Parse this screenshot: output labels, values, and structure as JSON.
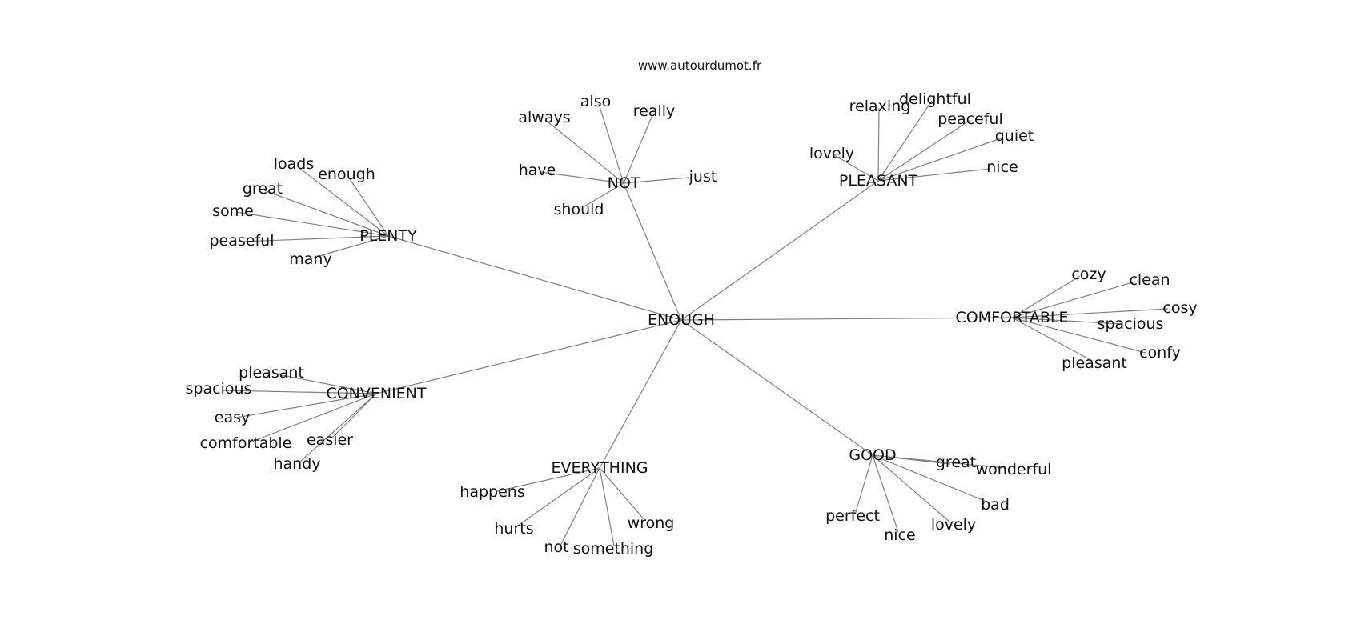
{
  "source": "www.autourdumot.fr",
  "center": "ENOUGH",
  "clusters": [
    {
      "label": "NOT",
      "leaves": [
        "also",
        "always",
        "really",
        "have",
        "just",
        "should"
      ]
    },
    {
      "label": "PLEASANT",
      "leaves": [
        "relaxing",
        "delightful",
        "peaceful",
        "quiet",
        "lovely",
        "nice"
      ]
    },
    {
      "label": "PLENTY",
      "leaves": [
        "loads",
        "enough",
        "great",
        "some",
        "peaseful",
        "many"
      ]
    },
    {
      "label": "COMFORTABLE",
      "leaves": [
        "cozy",
        "clean",
        "cosy",
        "spacious",
        "confy",
        "pleasant"
      ]
    },
    {
      "label": "CONVENIENT",
      "leaves": [
        "pleasant",
        "spacious",
        "easy",
        "comfortable",
        "easier",
        "handy"
      ]
    },
    {
      "label": "EVERYTHING",
      "leaves": [
        "happens",
        "hurts",
        "not",
        "something",
        "wrong"
      ]
    },
    {
      "label": "GOOD",
      "leaves": [
        "great",
        "wonderful",
        "bad",
        "perfect",
        "nice",
        "lovely"
      ]
    }
  ]
}
